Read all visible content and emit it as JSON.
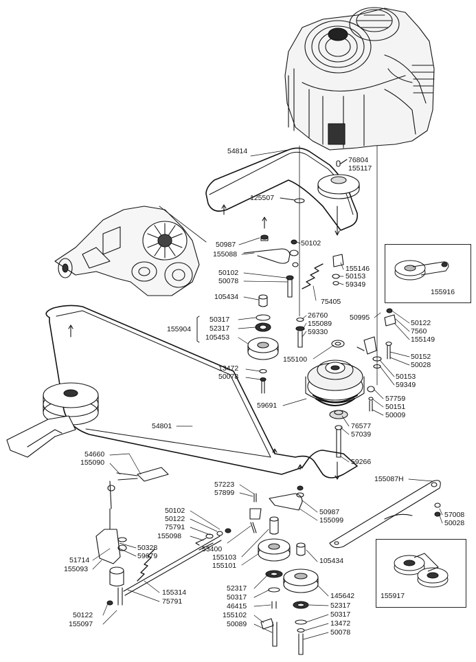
{
  "labels": {
    "l54814": "54814",
    "l76804": "76804",
    "l155117": "155117",
    "l125507": "125507",
    "l50987a": "50987",
    "l50102a": "50102",
    "l155088": "155088",
    "l155146": "155146",
    "l50153a": "50153",
    "l59349a": "59349",
    "l50102b": "50102",
    "l50078a": "50078",
    "l75405": "75405",
    "l105434a": "105434",
    "l26760": "26760",
    "l155089": "155089",
    "l59330": "59330",
    "l50317a": "50317",
    "l52317a": "52317",
    "l105453": "105453",
    "l155904": "155904",
    "l155100": "155100",
    "l50995": "50995",
    "l50122a": "50122",
    "l7560": "7560",
    "l155149": "155149",
    "l50152": "50152",
    "l50028a": "50028",
    "l50153b": "50153",
    "l59349b": "59349",
    "l13472a": "13472",
    "l50078b": "50078",
    "l59691": "59691",
    "l57759": "57759",
    "l50151": "50151",
    "l50009": "50009",
    "l54801": "54801",
    "l76577": "76577",
    "l57039": "57039",
    "l59266": "59266",
    "l54660": "54660",
    "l155090": "155090",
    "l155087H": "155087H",
    "l57223": "57223",
    "l57899": "57899",
    "l50987b": "50987",
    "l155099": "155099",
    "l57008": "57008",
    "l50028b": "50028",
    "l50102c": "50102",
    "l50122b": "50122",
    "l75791a": "75791",
    "l155098": "155098",
    "l53400": "53400",
    "l155103": "155103",
    "l155101": "155101",
    "l105434b": "105434",
    "l50328": "50328",
    "l59679": "59679",
    "l51714": "51714",
    "l155093": "155093",
    "l155314": "155314",
    "l75791b": "75791",
    "l52317b": "52317",
    "l50317b": "50317",
    "l46415": "46415",
    "l155102": "155102",
    "l50089": "50089",
    "l145642": "145642",
    "l52317c": "52317",
    "l50317c": "50317",
    "l13472b": "13472",
    "l50078c": "50078",
    "l50122c": "50122",
    "l155097": "155097",
    "l155916": "155916",
    "l155917": "155917"
  }
}
